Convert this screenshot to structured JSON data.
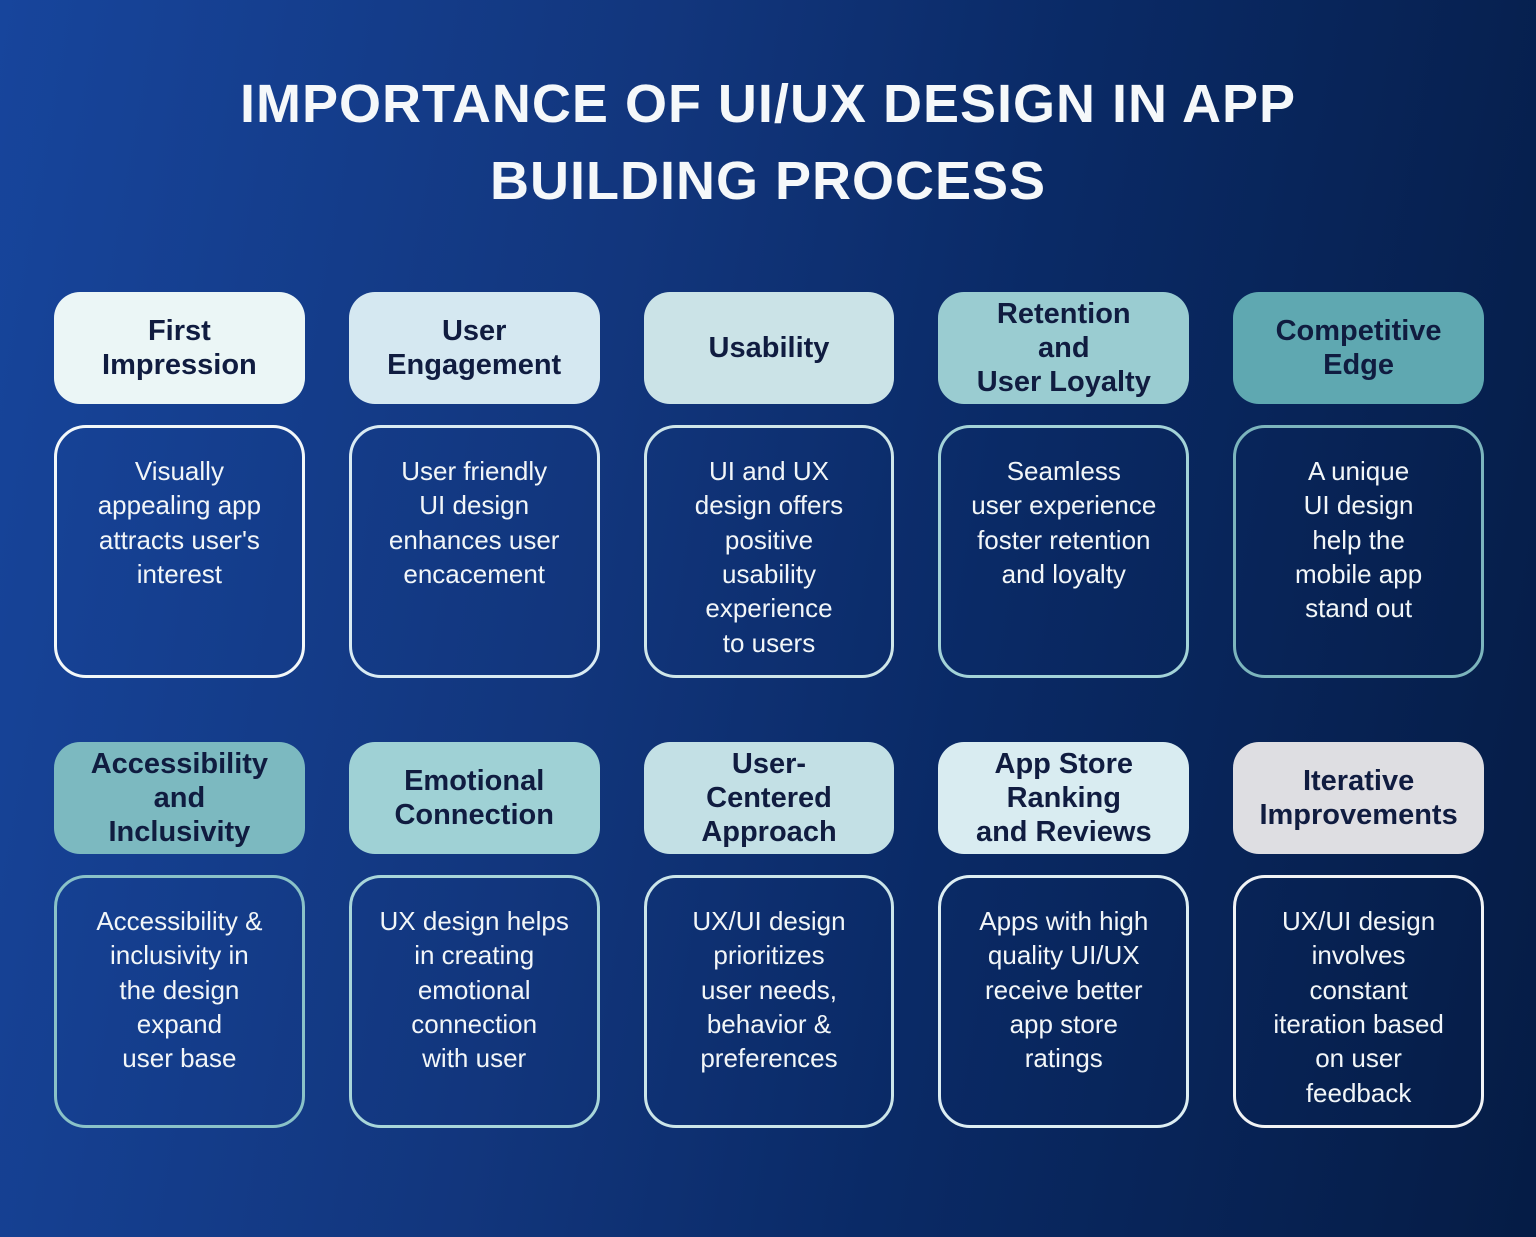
{
  "title": "IMPORTANCE OF UI/UX DESIGN IN APP\nBUILDING PROCESS",
  "colors": {
    "background_left": "#17459c",
    "background_right": "#051c45",
    "title_text": "#f5f8fa",
    "header_text": "#101c40",
    "body_text": "#f2f6f8"
  },
  "cards": [
    {
      "header": "First\nImpression",
      "body": "Visually\nappealing app\nattracts user's\ninterest",
      "header_bg": "#ebf6f6",
      "border_color": "#f3f8f9"
    },
    {
      "header": "User\nEngagement",
      "body": "User friendly\nUI design\nenhances user\nencacement",
      "header_bg": "#d5e8f1",
      "border_color": "#d9ebf3"
    },
    {
      "header": "Usability",
      "body": "UI and UX\ndesign offers\npositive\nusability\nexperience\nto users",
      "header_bg": "#cbe3e7",
      "border_color": "#cfe6e9"
    },
    {
      "header": "Retention\nand\nUser Loyalty",
      "body": "Seamless\nuser experience\nfoster retention\nand loyalty",
      "header_bg": "#9accd1",
      "border_color": "#a3d3d8"
    },
    {
      "header": "Competitive\nEdge",
      "body": "A unique\nUI design\nhelp the\nmobile app\nstand out",
      "header_bg": "#5fa8b1",
      "border_color": "#7cb5bd"
    },
    {
      "header": "Accessibility\nand\nInclusivity",
      "body": "Accessibility &\ninclusivity in\nthe design\nexpand\nuser base",
      "header_bg": "#7cb9c0",
      "border_color": "#8ac2c8"
    },
    {
      "header": "Emotional\nConnection",
      "body": "UX design helps\nin creating\nemotional\nconnection\nwith user",
      "header_bg": "#9fd1d5",
      "border_color": "#a8d6da"
    },
    {
      "header": "User-\nCentered\nApproach",
      "body": "UX/UI design\nprioritizes\nuser needs,\nbehavior &\npreferences",
      "header_bg": "#c3e0e5",
      "border_color": "#cbe5e9"
    },
    {
      "header": "App Store\nRanking\nand Reviews",
      "body": "Apps with high\nquality UI/UX\nreceive better\napp store\nratings",
      "header_bg": "#d9ecf1",
      "border_color": "#ddeef3"
    },
    {
      "header": "Iterative\nImprovements",
      "body": "UX/UI design\ninvolves\nconstant\niteration based\non user\nfeedback",
      "header_bg": "#dedee2",
      "border_color": "#f1f3f5"
    }
  ]
}
